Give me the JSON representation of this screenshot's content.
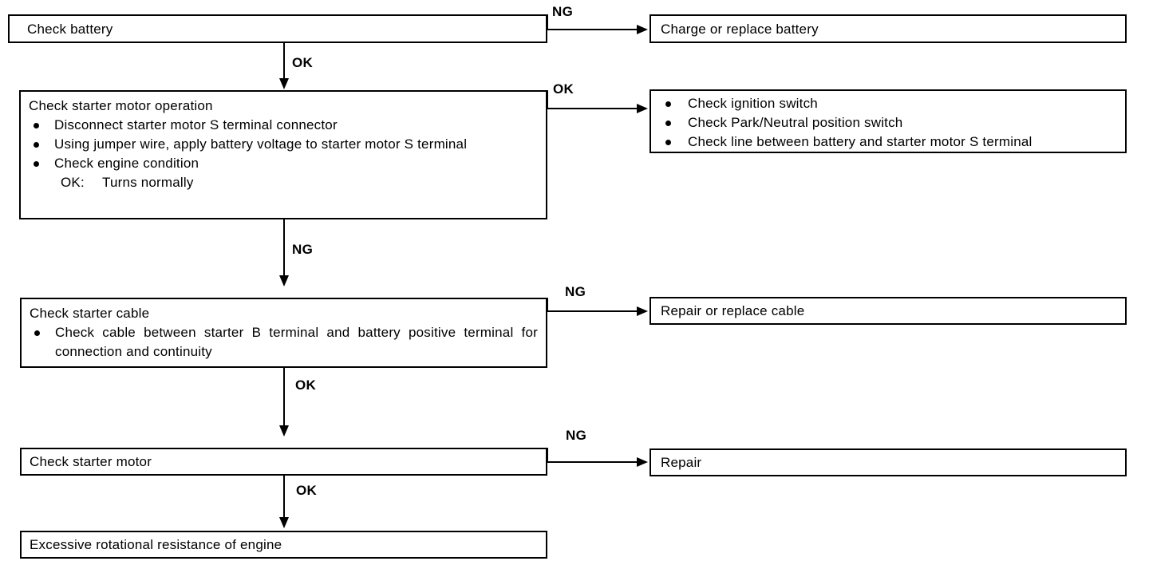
{
  "diagram": {
    "type": "troubleshooting-flowchart",
    "orientation": "top-to-bottom with right-side branches",
    "nodes": {
      "check_battery": {
        "title": "Check battery"
      },
      "charge_or_replace_battery": {
        "title": "Charge or replace battery"
      },
      "check_starter_motor_operation": {
        "title": "Check starter motor operation",
        "bullets": [
          "Disconnect starter motor S terminal connector",
          "Using jumper wire, apply battery voltage to starter motor S terminal",
          "Check engine condition"
        ],
        "result_label": "OK:",
        "result_value": "Turns normally"
      },
      "check_switches_and_line": {
        "bullets": [
          "Check ignition switch",
          "Check Park/Neutral position switch",
          "Check line between battery and starter motor S terminal"
        ]
      },
      "check_starter_cable": {
        "title": "Check starter cable",
        "bullets": [
          "Check cable between starter B terminal and battery positive terminal for connection and continuity"
        ]
      },
      "repair_or_replace_cable": {
        "title": "Repair or replace cable"
      },
      "check_starter_motor": {
        "title": "Check starter motor"
      },
      "repair": {
        "title": "Repair"
      },
      "excessive_rotational_resistance": {
        "title": "Excessive rotational resistance of engine"
      }
    },
    "edges": [
      {
        "id": "battery-ng",
        "from": "check_battery",
        "to": "charge_or_replace_battery",
        "label": "NG",
        "direction": "right"
      },
      {
        "id": "battery-ok",
        "from": "check_battery",
        "to": "check_starter_motor_operation",
        "label": "OK",
        "direction": "down"
      },
      {
        "id": "starter-op-ok",
        "from": "check_starter_motor_operation",
        "to": "check_switches_and_line",
        "label": "OK",
        "direction": "right"
      },
      {
        "id": "starter-op-ng",
        "from": "check_starter_motor_operation",
        "to": "check_starter_cable",
        "label": "NG",
        "direction": "down"
      },
      {
        "id": "cable-ng",
        "from": "check_starter_cable",
        "to": "repair_or_replace_cable",
        "label": "NG",
        "direction": "right"
      },
      {
        "id": "cable-ok",
        "from": "check_starter_cable",
        "to": "check_starter_motor",
        "label": "OK",
        "direction": "down"
      },
      {
        "id": "motor-ng",
        "from": "check_starter_motor",
        "to": "repair",
        "label": "NG",
        "direction": "right"
      },
      {
        "id": "motor-ok",
        "from": "check_starter_motor",
        "to": "excessive_rotational_resistance",
        "label": "OK",
        "direction": "down"
      }
    ],
    "colors": {
      "line": "#000000",
      "text": "#000000",
      "background": "#ffffff"
    }
  }
}
